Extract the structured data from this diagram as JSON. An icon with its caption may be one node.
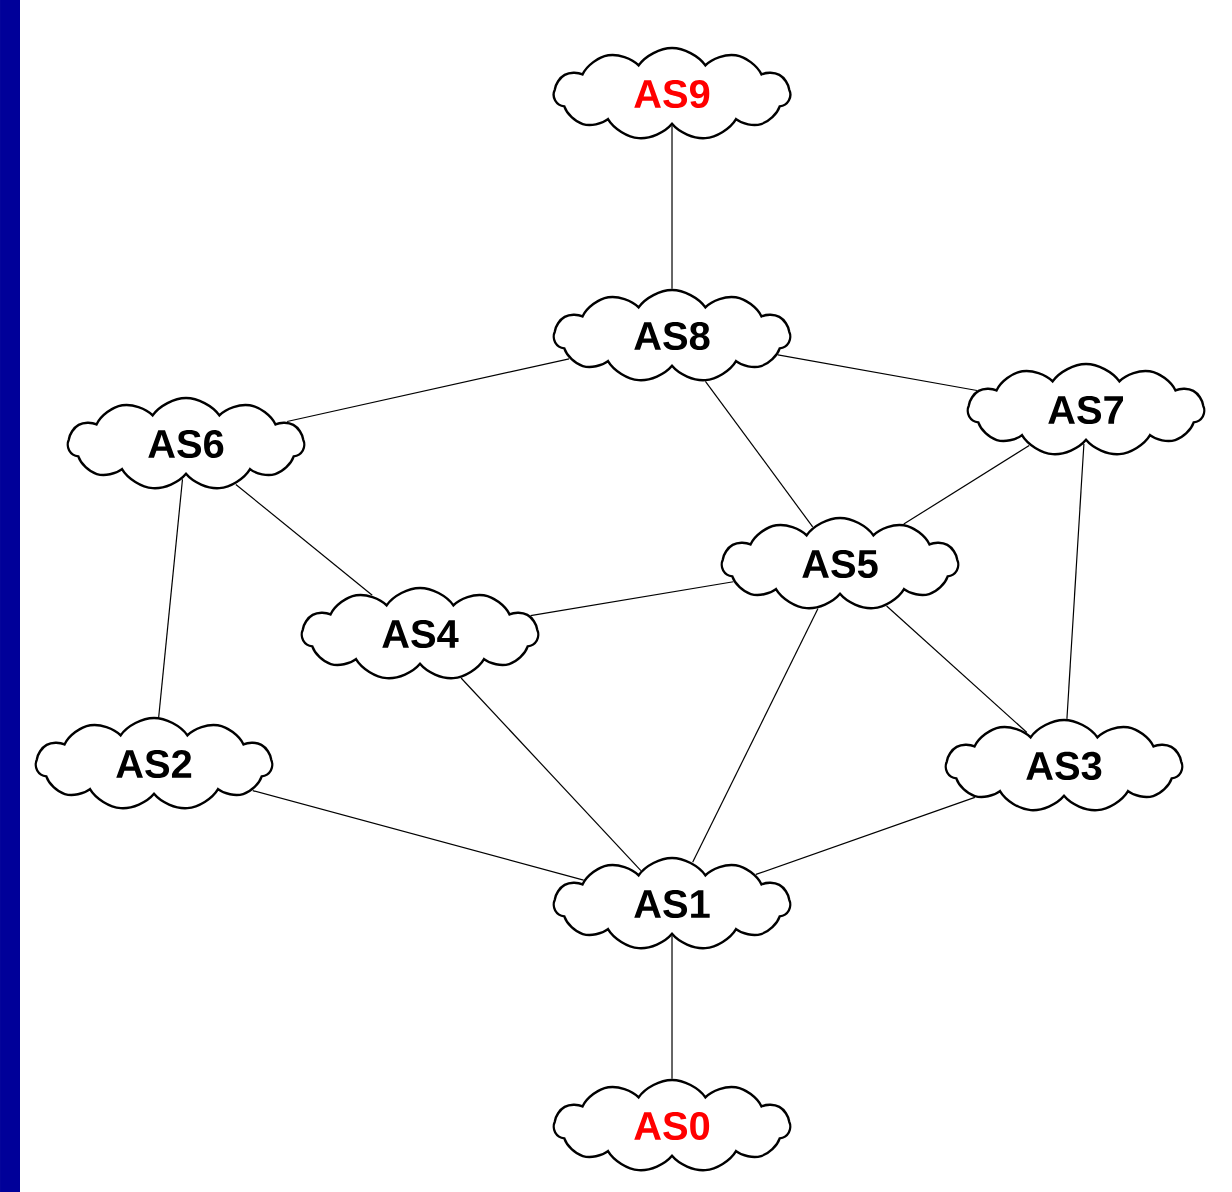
{
  "diagram": {
    "nodes": [
      {
        "text": [
          "AS9"
        ]
      },
      {
        "text": [
          "AS8"
        ]
      },
      {
        "text": [
          "AS6"
        ]
      },
      {
        "text": [
          "AS7"
        ]
      },
      {
        "text": [
          "AS5"
        ]
      },
      {
        "text": [
          "AS4"
        ]
      },
      {
        "text": [
          "AS2"
        ]
      },
      {
        "text": [
          "AS3"
        ]
      },
      {
        "text": [
          "AS1"
        ]
      },
      {
        "text": [
          "AS0"
        ]
      }
    ],
    "edges": [
      {
        "from": 0,
        "to": 1,
        "arrow": "none"
      },
      {
        "from": 1,
        "to": 2,
        "arrow": "none"
      },
      {
        "from": 1,
        "to": 3,
        "arrow": "none"
      },
      {
        "from": 1,
        "to": 4,
        "arrow": "none"
      },
      {
        "from": 2,
        "to": 5,
        "arrow": "none"
      },
      {
        "from": 2,
        "to": 6,
        "arrow": "none"
      },
      {
        "from": 3,
        "to": 4,
        "arrow": "none"
      },
      {
        "from": 3,
        "to": 7,
        "arrow": "none"
      },
      {
        "from": 4,
        "to": 5,
        "arrow": "none"
      },
      {
        "from": 4,
        "to": 8,
        "arrow": "none"
      },
      {
        "from": 4,
        "to": 7,
        "arrow": "none"
      },
      {
        "from": 5,
        "to": 8,
        "arrow": "none"
      },
      {
        "from": 6,
        "to": 8,
        "arrow": "none"
      },
      {
        "from": 7,
        "to": 8,
        "arrow": "none"
      },
      {
        "from": 8,
        "to": 9,
        "arrow": "none"
      }
    ]
  }
}
